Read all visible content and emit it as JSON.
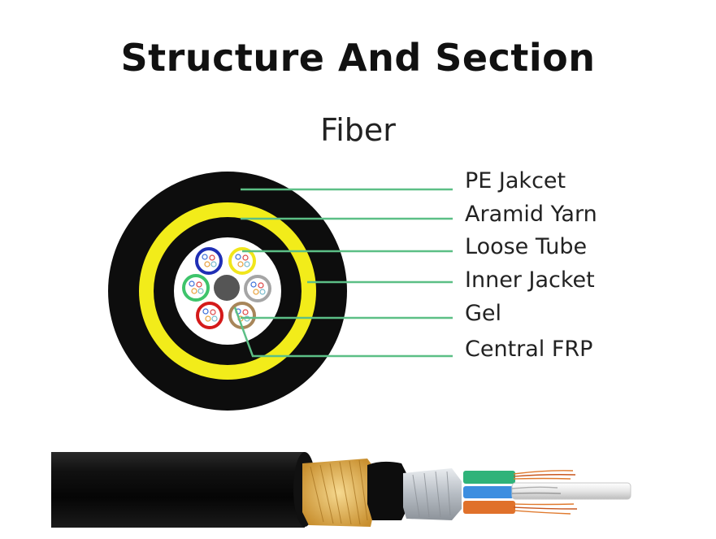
{
  "title": "Structure And Section",
  "subtitle": "Fiber",
  "labels": [
    "PE Jakcet",
    "Aramid Yarn",
    "Loose Tube",
    "Inner Jacket",
    "Gel",
    "Central FRP"
  ],
  "colors": {
    "leader_line": "#5cbf86",
    "jacket": "#0d0d0d",
    "aramid": "#f2ec1a",
    "inner_area": "#ffffff",
    "frp": "#555555",
    "tube_blue": "#1f2fb5",
    "tube_yellow": "#f1e61c",
    "tube_green": "#3ec46b",
    "tube_grey": "#a5a5a5",
    "tube_red": "#d41a1a",
    "tube_brown": "#a8865a",
    "yarn_gold": "#d9a74c",
    "sheath_silver": "#c9cdd2",
    "fiber_green": "#2fb37a",
    "fiber_blue": "#3c8ee0",
    "fiber_orange": "#e0712b"
  }
}
